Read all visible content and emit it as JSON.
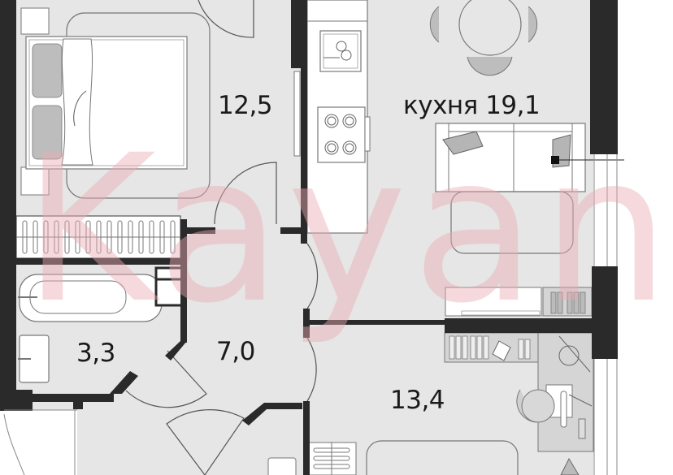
{
  "plan": {
    "rooms": [
      {
        "id": "bedroom",
        "area_label": "12,5"
      },
      {
        "id": "kitchen",
        "name": "кухня",
        "area_label": "19,1"
      },
      {
        "id": "bathroom",
        "area_label": "3,3"
      },
      {
        "id": "hallway",
        "area_label": "7,0"
      },
      {
        "id": "living-room",
        "area_label": "13,4"
      }
    ],
    "watermark": "Kayan"
  },
  "colors": {
    "floor": "#e6e6e6",
    "wall": "#2a2a2a",
    "furniture_fill": "#ffffff",
    "furniture_stroke": "#777777",
    "accent_fill": "#b5b5b5",
    "watermark": "#e9aab4"
  }
}
